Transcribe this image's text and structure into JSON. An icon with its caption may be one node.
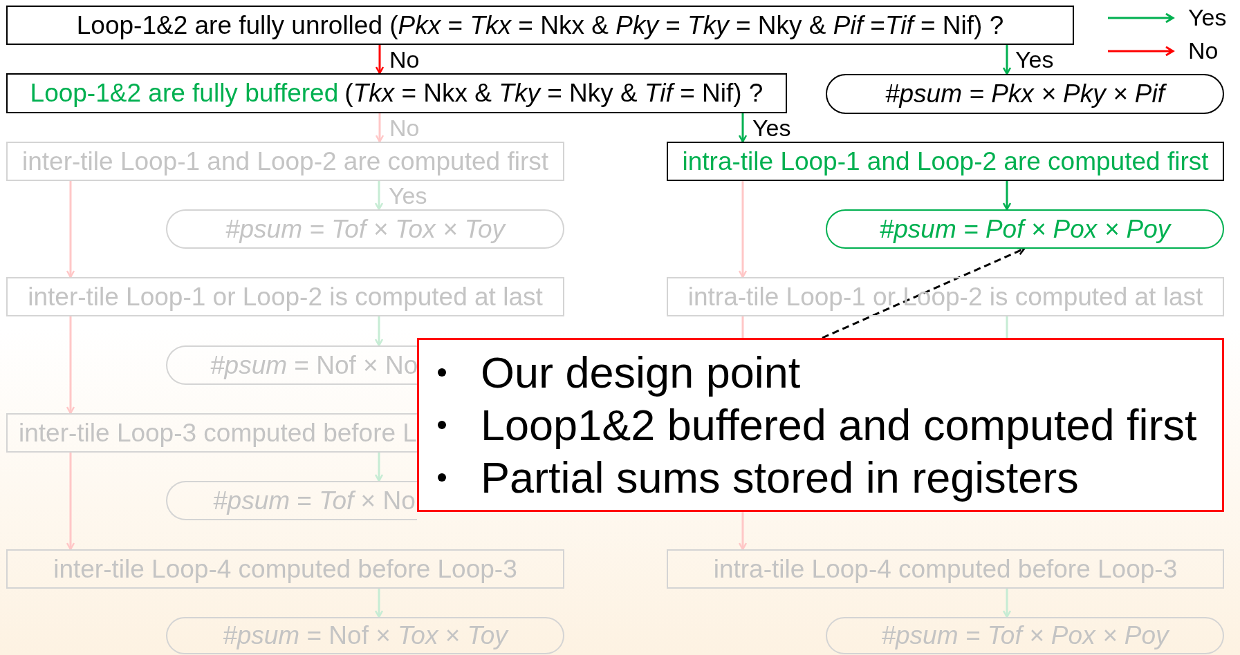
{
  "diagram": {
    "nodes": [
      {
        "text": [
          "Loop-1&2 are fully unrolled (*Pkx* = *Tkx* = Nkx & *Pky* = *Tky* = Nky & *Pif* =*Tif* = Nif) ?"
        ]
      },
      {
        "text": [
          "Loop-1&2 are fully buffered",
          "(*Tkx* = Nkx & *Tky* = Nky & *Tif* = Nif) ?"
        ]
      },
      {
        "text": [
          "#psum = Pkx × Pky × Pif"
        ]
      },
      {
        "text": [
          "inter-tile Loop-1 and Loop-2 are computed first"
        ]
      },
      {
        "text": [
          "intra-tile Loop-1 and Loop-2 are computed first"
        ]
      },
      {
        "text": [
          "#psum = Tof × Tox × Toy"
        ]
      },
      {
        "text": [
          "#psum = Pof × Pox × Poy"
        ]
      },
      {
        "text": [
          "inter-tile Loop-1 or Loop-2 is computed at last"
        ]
      },
      {
        "text": [
          "intra-tile Loop-1 or Loop-2 is computed at last"
        ]
      },
      {
        "text": [
          "*#psum* = Nof × No"
        ]
      },
      {
        "text": [
          "inter-tile Loop-3 computed before L"
        ]
      },
      {
        "text": [
          "*#psum* = *Tof* × No"
        ]
      },
      {
        "text": [
          "inter-tile Loop-4 computed before Loop-3"
        ]
      },
      {
        "text": [
          "*#psum* = Nof × *Tox* × *Toy*"
        ]
      },
      {
        "text": [
          "intra-tile Loop-4 computed before Loop-3"
        ]
      },
      {
        "text": [
          "#psum = Tof × Pox × Poy"
        ]
      },
      {
        "text": [
          "Our design point",
          "Loop1&2 buffered and computed first",
          "Partial sums stored in registers"
        ]
      }
    ],
    "edges": [
      {
        "from": 0,
        "to": 1,
        "arrow": "to",
        "label": "No",
        "color": "#ff0000"
      },
      {
        "from": 0,
        "to": 2,
        "arrow": "to",
        "label": "Yes",
        "color": "#00b050"
      },
      {
        "from": 1,
        "to": 3,
        "arrow": "to",
        "label": "No",
        "color": "#ffc7c7"
      },
      {
        "from": 1,
        "to": 4,
        "arrow": "to",
        "label": "Yes",
        "color": "#00b050"
      },
      {
        "from": 3,
        "to": 5,
        "arrow": "to",
        "label": "Yes",
        "color": "#c6ecd4"
      },
      {
        "from": 4,
        "to": 6,
        "arrow": "to",
        "color": "#00b050"
      },
      {
        "from": 3,
        "to": 7,
        "arrow": "to",
        "color": "#ffc7c7"
      },
      {
        "from": 4,
        "to": 8,
        "arrow": "to",
        "color": "#ffc7c7"
      },
      {
        "from": 7,
        "to": 9,
        "arrow": "to",
        "color": "#c6ecd4"
      },
      {
        "from": 7,
        "to": 10,
        "arrow": "to",
        "color": "#ffc7c7"
      },
      {
        "from": 8,
        "to": 16,
        "arrow": "none",
        "color": "#c6ecd4"
      },
      {
        "from": 8,
        "to": 16,
        "arrow": "none",
        "color": "#ffc7c7"
      },
      {
        "from": 10,
        "to": 11,
        "arrow": "to",
        "color": "#c6ecd4"
      },
      {
        "from": 10,
        "to": 12,
        "arrow": "to",
        "color": "#ffc7c7"
      },
      {
        "from": 16,
        "to": 14,
        "arrow": "to",
        "color": "#ffc7c7"
      },
      {
        "from": 12,
        "to": 13,
        "arrow": "to",
        "color": "#c6ecd4"
      },
      {
        "from": 14,
        "to": 15,
        "arrow": "to",
        "color": "#c6ecd4"
      },
      {
        "from": 16,
        "to": 6,
        "arrow": "to",
        "style": "dashed",
        "color": "#000000"
      }
    ],
    "legend": [
      {
        "text": "Yes"
      },
      {
        "text": "No"
      }
    ]
  }
}
